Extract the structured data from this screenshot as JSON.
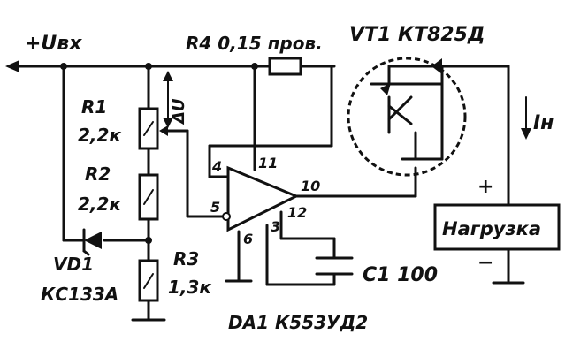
{
  "labels": {
    "vin": "+Uвх",
    "r4_line": "R4 0,15 пров.",
    "vt1_line": "VT1 КТ825Д",
    "r1_name": "R1",
    "r1_val": "2,2к",
    "r2_name": "R2",
    "r2_val": "2,2к",
    "r3_name": "R3",
    "r3_val": "1,3к",
    "vd1_name": "VD1",
    "vd1_part": "КС133А",
    "delta_u": "ΔU",
    "current": "Iн",
    "load": "Нагрузка",
    "load_plus": "+",
    "load_minus": "−",
    "c1": "C1 100",
    "da1": "DA1 К553УД2",
    "pin4": "4",
    "pin11": "11",
    "pin10": "10",
    "pin5": "5",
    "pin12": "12",
    "pin6": "6",
    "pin3": "3"
  }
}
